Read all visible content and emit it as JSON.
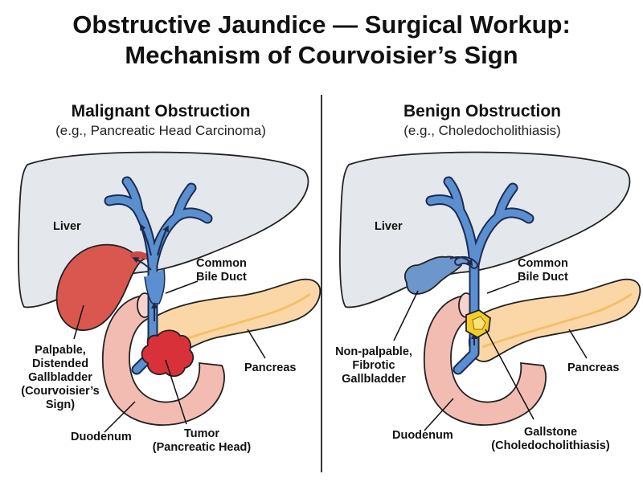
{
  "title": {
    "line1": "Obstructive Jaundice — Surgical Workup:",
    "line2": "Mechanism of Courvoisier’s Sign"
  },
  "left_panel": {
    "heading": "Malignant Obstruction",
    "subheading": "(e.g., Pancreatic Head Carcinoma)",
    "labels": {
      "liver": "Liver",
      "cbd_1": "Common",
      "cbd_2": "Bile Duct",
      "gb_1": "Palpable,",
      "gb_2": "Distended",
      "gb_3": "Gallbladder",
      "gb_4": "(Courvoisier’s",
      "gb_5": "Sign)",
      "pancreas": "Pancreas",
      "duodenum": "Duodenum",
      "tumor_1": "Tumor",
      "tumor_2": "(Pancreatic Head)"
    }
  },
  "right_panel": {
    "heading": "Benign Obstruction",
    "subheading": "(e.g., Choledocholithiasis)",
    "labels": {
      "liver": "Liver",
      "cbd_1": "Common",
      "cbd_2": "Bile Duct",
      "gb_1": "Non-palpable,",
      "gb_2": "Fibrotic",
      "gb_3": "Gallbladder",
      "pancreas": "Pancreas",
      "duodenum": "Duodenum",
      "stone_1": "Gallstone",
      "stone_2": "(Choledocholithiasis)"
    }
  },
  "colors": {
    "liver": "#e4e7ec",
    "bile_duct": "#5b8fd0",
    "gallbladder_distended": "#d9574f",
    "gallbladder_fibrotic": "#6c96cc",
    "pancreas": "#fbd7a8",
    "duodenum": "#f3bcb3",
    "tumor": "#d8313a",
    "gallstone": "#f4cd2a",
    "outline": "#222222"
  }
}
